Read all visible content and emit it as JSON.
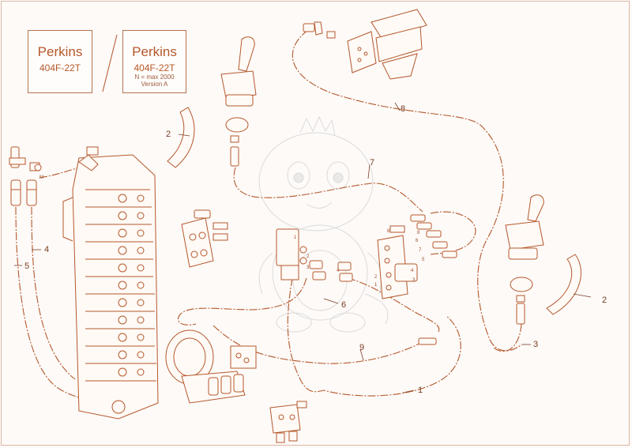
{
  "engine_boxes": [
    {
      "brand": "Perkins",
      "model": "404F-22T",
      "note_line1": "",
      "note_line2": ""
    },
    {
      "brand": "Perkins",
      "model": "404F-22T",
      "note_line1": "N = max 2000",
      "note_line2": "Version A"
    }
  ],
  "callouts": [
    "1",
    "2",
    "2",
    "3",
    "4",
    "5",
    "6",
    "7",
    "8",
    "9"
  ],
  "port_labels": {
    "left_valve": [
      "1",
      "2",
      "3",
      "4"
    ],
    "right_valve": [
      "8",
      "8",
      "6",
      "7",
      "5",
      "4",
      "3",
      "2",
      "1"
    ],
    "block_m": "M"
  },
  "colors": {
    "line": "#b5582b",
    "background": "#fdfaf8",
    "watermark": "#c9c9c9"
  }
}
